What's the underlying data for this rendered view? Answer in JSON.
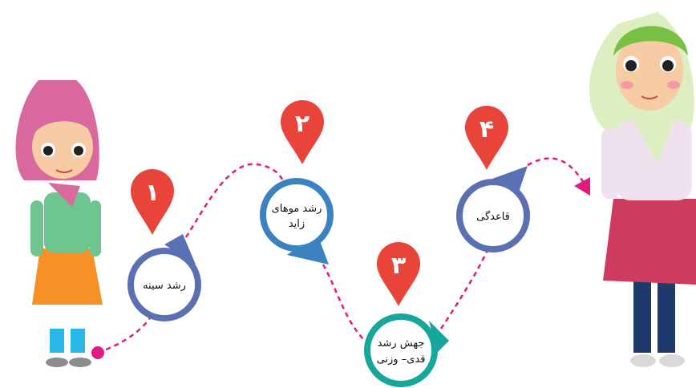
{
  "steps": [
    {
      "number": "۱",
      "label_lines": [
        "رشد سینه"
      ],
      "color": "#5b6fb3",
      "pin_color": "#e8443a"
    },
    {
      "number": "۲",
      "label_lines": [
        "رشد موهای",
        "زاید"
      ],
      "color": "#3b83c0",
      "pin_color": "#e8443a"
    },
    {
      "number": "۳",
      "label_lines": [
        "جهش رشد",
        "قدی– وزنی"
      ],
      "color": "#17a79a",
      "pin_color": "#e8443a"
    },
    {
      "number": "۴",
      "label_lines": [
        "قاعدگی"
      ],
      "color": "#5b6fb3",
      "pin_color": "#e8443a"
    }
  ],
  "path_color": "#e4197f",
  "girl_left": {
    "scarf": "#d9689f",
    "shirt": "#6ec58f",
    "skirt": "#f79126",
    "legs": "#29b6e8"
  },
  "girl_right": {
    "scarf": "#ddeec0",
    "band": "#77c043",
    "shirt": "#efe2ee",
    "skirt": "#cf3a5f",
    "legs": "#1d3a6b"
  }
}
